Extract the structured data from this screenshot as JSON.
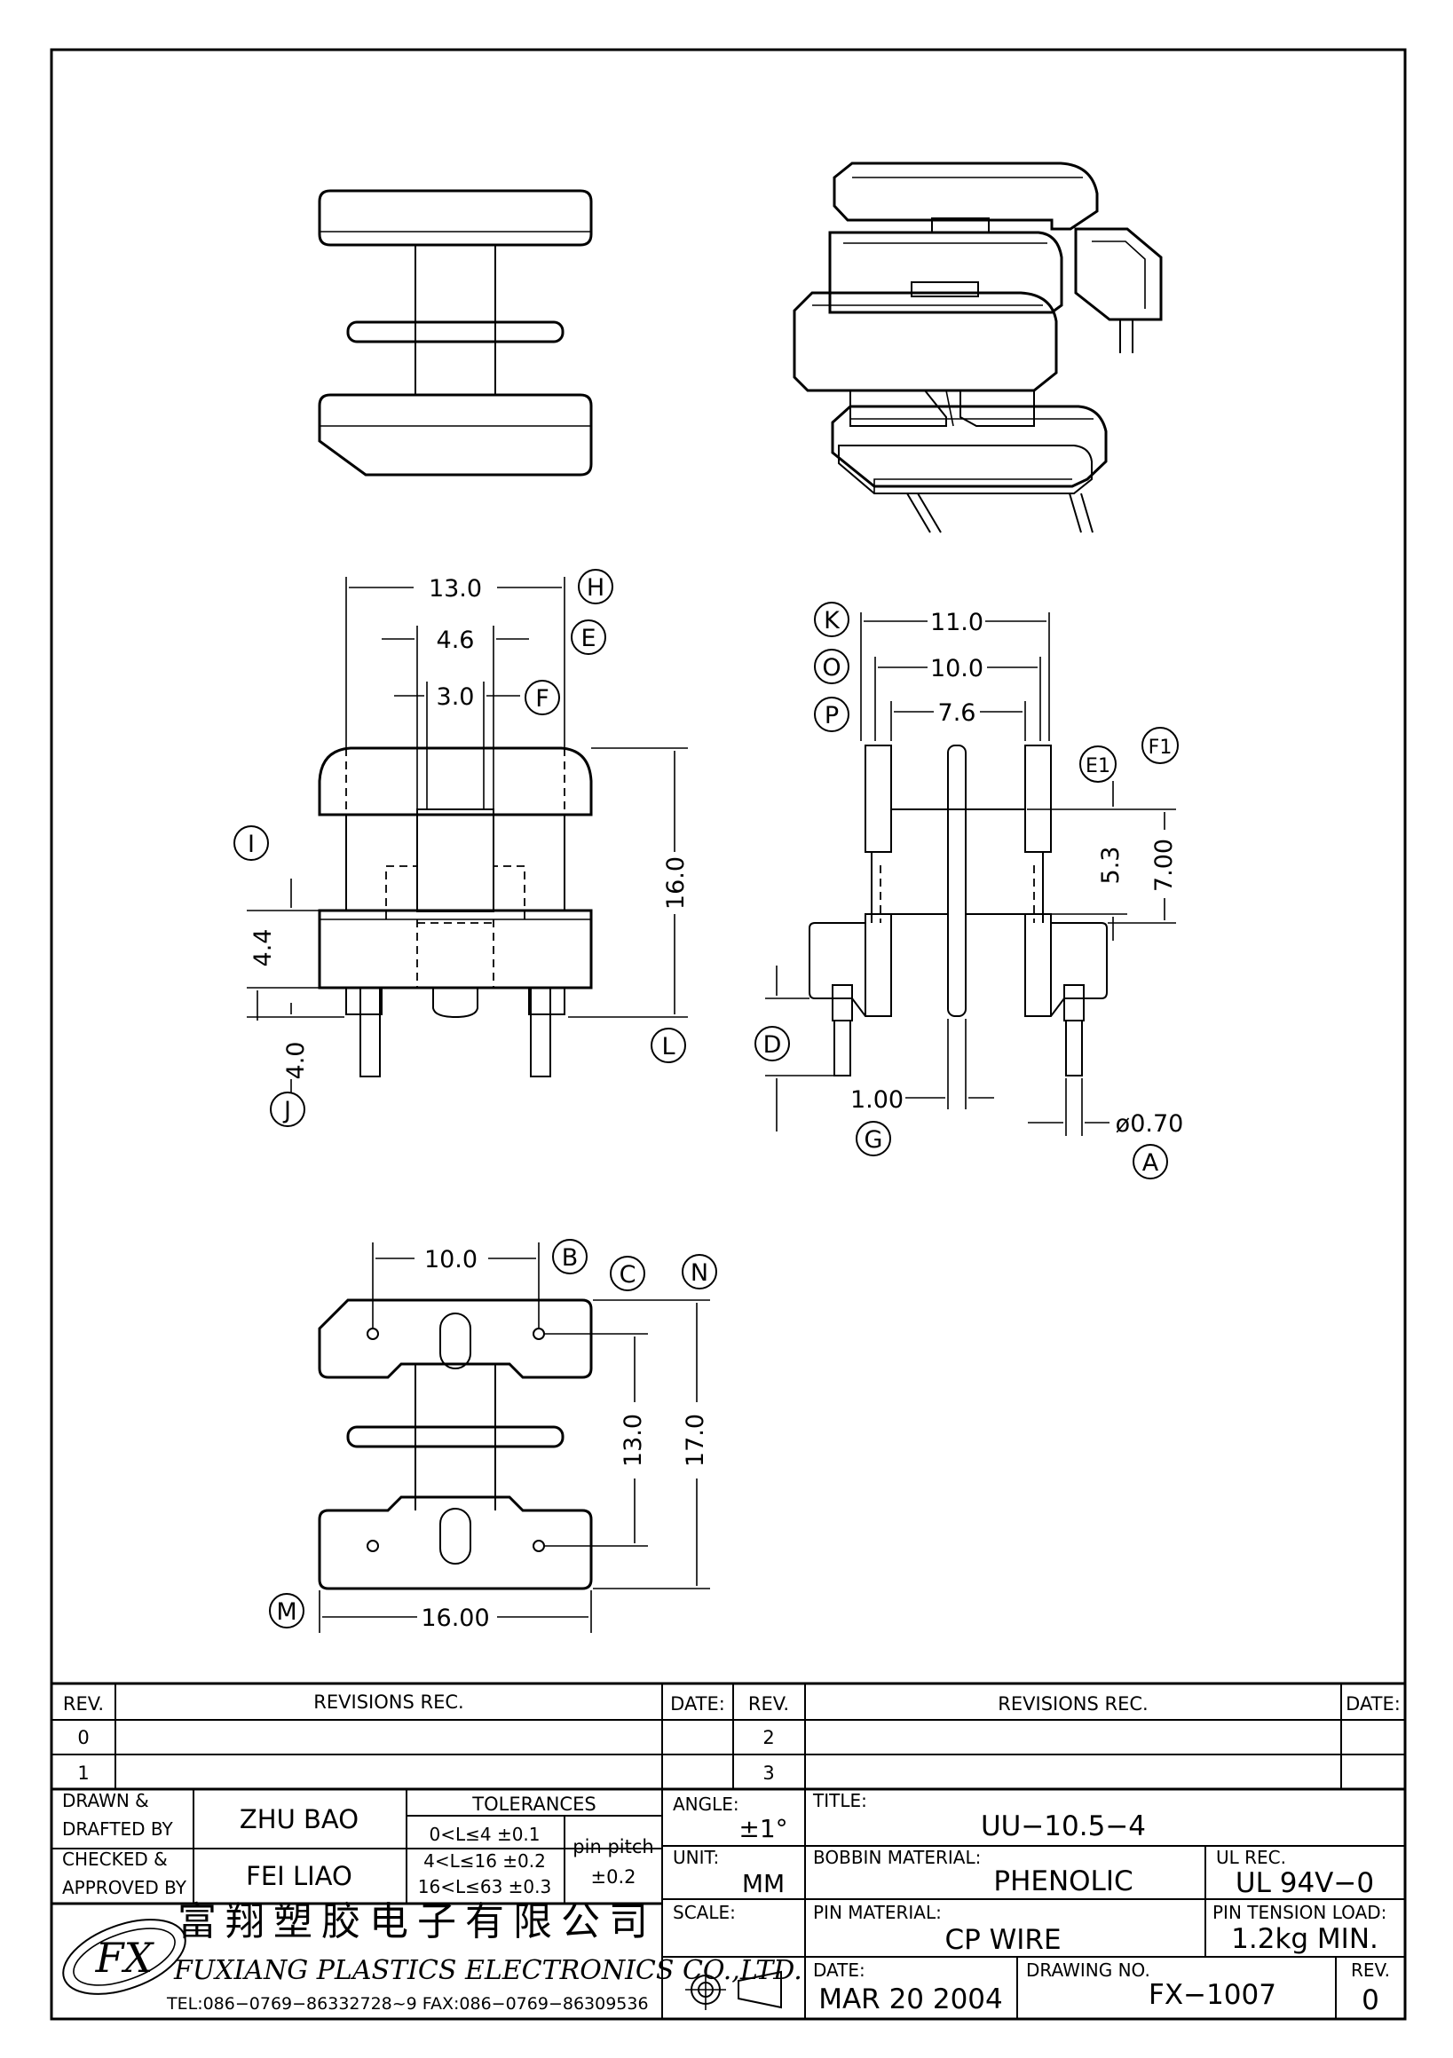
{
  "diagram": {
    "views": {
      "top_view": "top-view",
      "iso_view": "iso-view",
      "front_view": "front-view",
      "side_view": "side-view",
      "bottom_view": "bottom-view"
    },
    "dimensions": {
      "d13": "13.0",
      "d46": "4.6",
      "d30": "3.0",
      "d160": "16.0",
      "d44": "4.4",
      "d40": "4.0",
      "d110": "11.0",
      "d100": "10.0",
      "d76": "7.6",
      "d53": "5.3",
      "d700": "7.00",
      "d1": "1.00",
      "dpin": "ø0.70",
      "b10": "10.0",
      "b13": "13.0",
      "b17": "17.0",
      "b16": "16.00"
    },
    "callouts": {
      "H": "H",
      "E": "E",
      "F": "F",
      "I": "I",
      "J": "J",
      "L": "L",
      "K": "K",
      "O": "O",
      "P": "P",
      "E1": "E1",
      "F1": "F1",
      "D": "D",
      "G": "G",
      "A": "A",
      "B": "B",
      "C": "C",
      "N": "N",
      "M": "M"
    }
  },
  "revisions": {
    "col_rev": "REV.",
    "col_rec": "REVISIONS   REC.",
    "col_date": "DATE:",
    "rows_left": [
      "0",
      "1"
    ],
    "rows_right": [
      "2",
      "3"
    ]
  },
  "title_block": {
    "drawn_label_1": "DRAWN  &",
    "drawn_label_2": "DRAFTED BY",
    "drawn_value": "ZHU  BAO",
    "checked_label_1": "CHECKED  &",
    "checked_label_2": "APPROVED  BY",
    "checked_value": "FEI  LIAO",
    "tolerances_title": "TOLERANCES",
    "tol_1": "0<L≤4     ±0.1",
    "tol_2": "4<L≤16  ±0.2",
    "tol_3": "16<L≤63  ±0.3",
    "pin_pitch": "pin  pitch",
    "pin_pitch_tol": "±0.2",
    "angle_label": "ANGLE:",
    "angle_value": "±1°",
    "unit_label": "UNIT:",
    "unit_value": "MM",
    "scale_label": "SCALE:",
    "title_label": "TITLE:",
    "title_value": "UU−10.5−4",
    "bobbin_label": "BOBBIN  MATERIAL:",
    "bobbin_value": "PHENOLIC",
    "ul_label": "UL  REC.",
    "ul_value": "UL  94V−0",
    "pin_material_label": "PIN  MATERIAL:",
    "pin_material_value": "CP  WIRE",
    "pin_tension_label": "PIN  TENSION  LOAD:",
    "pin_tension_value": "1.2kg  MIN.",
    "date_label": "DATE:",
    "date_value": "MAR  20  2004",
    "drawing_no_label": "DRAWING  NO.",
    "drawing_no_value": "FX−1007",
    "rev_label": "REV.",
    "rev_value": "0"
  },
  "company": {
    "logo_text": "FX",
    "name_cn": "富翔塑胶电子有限公司",
    "name_en": "FUXIANG  PLASTICS  ELECTRONICS  CO.,LTD.",
    "contact": "TEL:086−0769−86332728~9   FAX:086−0769−86309536"
  }
}
